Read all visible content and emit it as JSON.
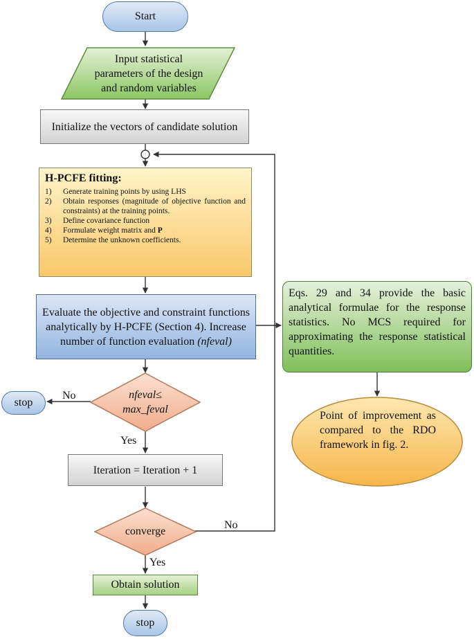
{
  "nodes": {
    "start": "Start",
    "input": "Input statistical parameters of the design and random variables",
    "initialize": "Initialize the vectors of candidate solution",
    "fitting": {
      "title": "H-PCFE fitting:",
      "steps": [
        {
          "num": "1)",
          "text": "Generate training points by using LHS"
        },
        {
          "num": "2)",
          "text": "Obtain responses (magnitude of objective function and constraints) at the training points."
        },
        {
          "num": "3)",
          "text": "Define covariance function"
        },
        {
          "num": "4)",
          "text": "Formulate weight matrix and",
          "bold": "P"
        },
        {
          "num": "5)",
          "text": "Determine the unknown coefficients."
        }
      ]
    },
    "evaluate": {
      "text": "Evaluate the objective and constraint functions analytically by H-PCFE (Section 4). Increase number of function evaluation",
      "italic": "(nfeval)"
    },
    "decision_feval": {
      "line1": "nfeval≤",
      "line2": "max_feval"
    },
    "stop_top": "stop",
    "iteration": "Iteration = Iteration + 1",
    "converge": "converge",
    "obtain": "Obtain solution",
    "stop_bottom": "stop",
    "eqs": "Eqs. 29 and 34 provide the basic analytical formulae for the response statistics. No MCS required for approximating the response statistical quantities.",
    "improvement": "Point of improvement as compared to the RDO framework in fig. 2."
  },
  "labels": {
    "no_feval": "No",
    "yes_feval": "Yes",
    "no_converge": "No",
    "yes_converge": "Yes"
  }
}
